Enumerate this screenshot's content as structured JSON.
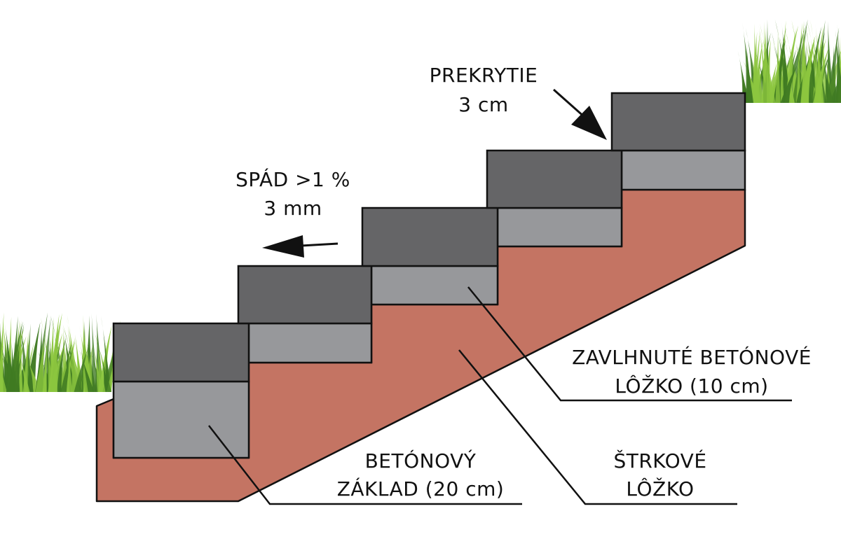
{
  "labels": {
    "overlap_line1": "PREKRYTIE",
    "overlap_line2": "3 cm",
    "slope_line1": "SPÁD >1 %",
    "slope_line2": "3 mm",
    "bedding_line1": "ZAVLHNUTÉ BETÓNOVÉ",
    "bedding_line2": "LÔŽKO (10 cm)",
    "foundation_line1": "BETÓNOVÝ",
    "foundation_line2": "ZÁKLAD (20 cm)",
    "gravel_line1": "ŠTRKOVÉ",
    "gravel_line2": "LÔŽKO"
  },
  "colors": {
    "foundation": "#c47463",
    "step_block": "#656567",
    "bedding": "#97989b",
    "outline": "#111111",
    "grass_dark": "#3f7a22",
    "grass_light": "#8cc63f",
    "background": "#ffffff"
  },
  "icons": [
    "grass-tuft-icon",
    "arrow-down-right-icon",
    "arrow-left-icon"
  ]
}
